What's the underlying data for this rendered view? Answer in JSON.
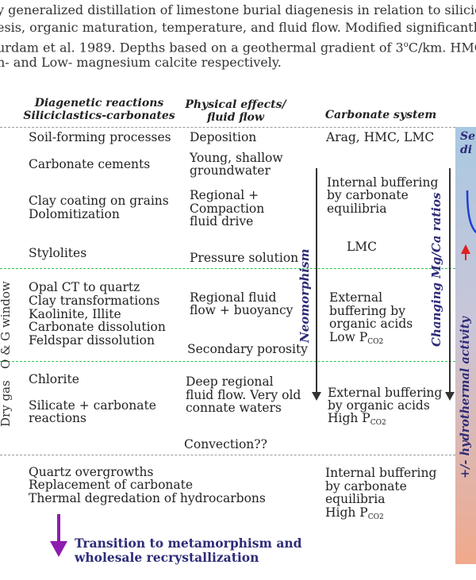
{
  "caption": {
    "line1": "y generalized distillation of limestone burial diagenesis in relation to silicic",
    "line2": "esis, organic maturation, temperature, and fluid flow.  Modified significanth",
    "line3_prefix": "urdam et al. 1989. Depths based on a geothermal gradient of 3",
    "line3_sup": "o",
    "line3_suffix": "C/km. HMC",
    "line4": "h- and Low- magnesium calcite respectively."
  },
  "headers": {
    "col1_line1": "Diagenetic reactions",
    "col1_line2": "Siliciclastics-carbonates",
    "col2_line1": "Physical effects/",
    "col2_line2": "fluid flow",
    "col3": "Carbonate system"
  },
  "col1": {
    "soil": "Soil-forming processes",
    "cements": "Carbonate cements",
    "clay": "Clay coating on grains",
    "dolo": "Dolomitization",
    "stylolites": "Stylolites",
    "opal": "Opal CT to quartz",
    "clay_trans": "Clay transformations",
    "kaolinite": "Kaolinite, Illite",
    "carb_diss": "Carbonate dissolution",
    "feld_diss": "Feldspar dissolution",
    "chlorite": "Chlorite",
    "silicate1": "Silicate + carbonate",
    "silicate2": "reactions",
    "quartz": "Quartz overgrowths",
    "replacement": "Replacement of carbonate",
    "thermal": "Thermal degredation of hydrocarbons"
  },
  "col2": {
    "deposition": "Deposition",
    "young1": "Young, shallow",
    "young2": "groundwater",
    "regional1": "Regional +",
    "regional2": "Compaction",
    "regional3": "fluid drive",
    "pressure": "Pressure solution",
    "rf1": "Regional fluid",
    "rf2": "flow + buoyancy",
    "secondary": "Secondary porosity",
    "deep1": "Deep regional",
    "deep2": "fluid flow. Very old",
    "deep3": "connate waters",
    "convection": "Convection??"
  },
  "col3": {
    "arag": "Arag, HMC, LMC",
    "ib1": "Internal buffering",
    "ib2": "by carbonate",
    "ib3": "equilibria",
    "lmc": "LMC",
    "ext1": "External",
    "ext2": "buffering by",
    "ext3": "organic acids",
    "ext4_prefix": "Low P",
    "ext4_sub": "CO2",
    "eb1": "External buffering",
    "eb2": "by organic acids",
    "eb3_prefix": "High P",
    "eb3_sub": "CO2",
    "ib4": "Internal buffering",
    "ib5": "by carbonate",
    "ib6": "equilibria",
    "ib7_prefix": "High P",
    "ib7_sub": "CO2"
  },
  "vertical": {
    "neomorphism": "Neomorphism",
    "mgca": "Changing Mg/Ca ratios",
    "og_window": "O & G window",
    "dry_gas": "Dry gas",
    "hydrothermal": "+/- hydrothermal activity",
    "se_1": "Se",
    "se_2": "di"
  },
  "transition": {
    "line1": "Transition to metamorphism and",
    "line2": "wholesale recrystallization"
  },
  "colors": {
    "purple_text": "#2e2c78",
    "purple_arrow": "#8e1cb0",
    "green_dash": "#2bbf4e",
    "gray_dash": "#9a9a9a",
    "blue_curve": "#1f3fd0",
    "red_arrow": "#e02020",
    "gradient_top": "#a9c8e2",
    "gradient_bottom": "#f0a98c"
  }
}
